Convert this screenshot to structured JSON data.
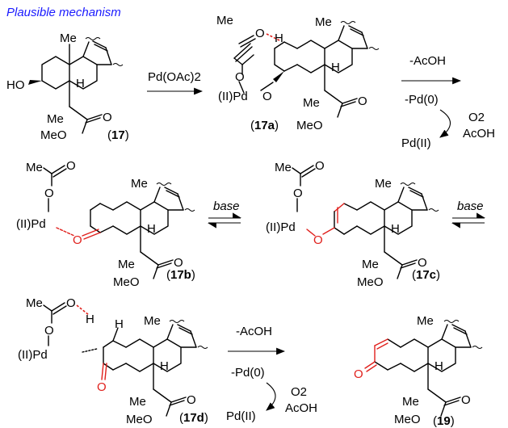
{
  "title": "Plausible mechanism",
  "colors": {
    "title": "#1a1aff",
    "highlight": "#e0201c",
    "ink": "#000000"
  },
  "compounds": {
    "c17": "17",
    "c17a": "17a",
    "c17b": "17b",
    "c17c": "17c",
    "c17d": "17d",
    "c19": "19"
  },
  "atoms": {
    "me": "Me",
    "ho": "HO",
    "meo": "MeO",
    "h": "H",
    "o": "O",
    "pd_ii": "(II)Pd",
    "pd_o": "O"
  },
  "reagents": {
    "step1": "Pd(OAc)2",
    "step2_top": "-AcOH",
    "step2_bottom": "-Pd(0)",
    "o2": "O2",
    "acoh": "AcOH",
    "pd_ii": "Pd(II)",
    "base": "base",
    "step4_top": "-AcOH",
    "step4_bottom": "-Pd(0)"
  }
}
